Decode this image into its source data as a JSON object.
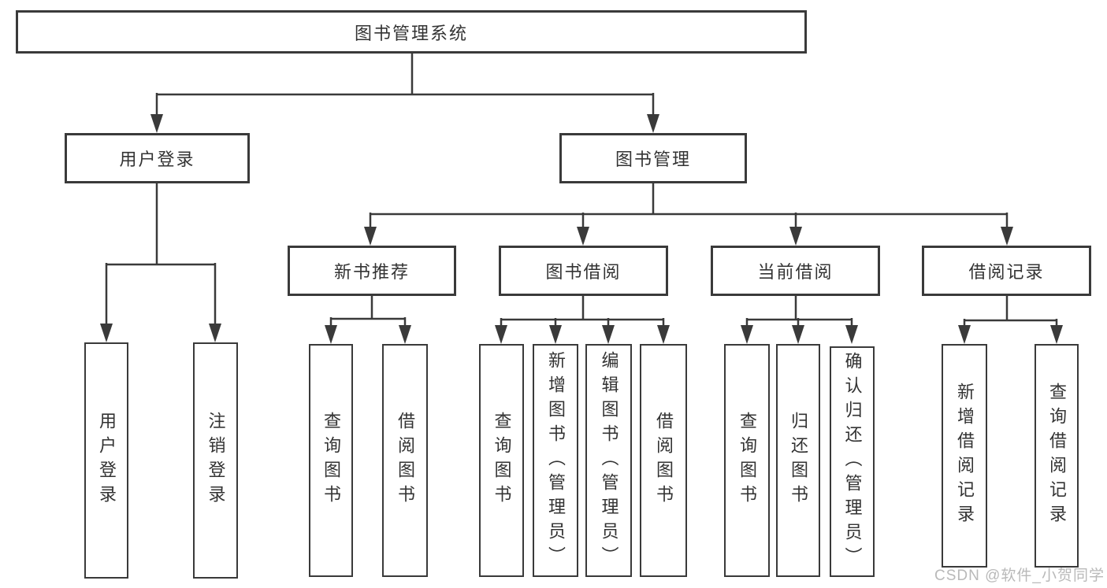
{
  "diagram": {
    "tree": {
      "root": {
        "label": "图书管理系统",
        "children": [
          {
            "label": "用户登录",
            "children": [
              {
                "label": "用户登录"
              },
              {
                "label": "注销登录"
              }
            ]
          },
          {
            "label": "图书管理",
            "children": [
              {
                "label": "新书推荐",
                "children": [
                  {
                    "label": "查询图书"
                  },
                  {
                    "label": "借阅图书"
                  }
                ]
              },
              {
                "label": "图书借阅",
                "children": [
                  {
                    "label": "查询图书"
                  },
                  {
                    "label": "新增图书（管理员）"
                  },
                  {
                    "label": "编辑图书（管理员）"
                  },
                  {
                    "label": "借阅图书"
                  }
                ]
              },
              {
                "label": "当前借阅",
                "children": [
                  {
                    "label": "查询图书"
                  },
                  {
                    "label": "归还图书"
                  },
                  {
                    "label": "确认归还（管理员）"
                  }
                ]
              },
              {
                "label": "借阅记录",
                "children": [
                  {
                    "label": "新增借阅记录"
                  },
                  {
                    "label": "查询借阅记录"
                  }
                ]
              }
            ]
          }
        ]
      }
    },
    "colors": {
      "line": "#3a3a3a",
      "text": "#333333",
      "background": "#ffffff",
      "watermark": "#b9b9b9"
    },
    "watermark": {
      "text": "CSDN @软件_小贺同学"
    }
  }
}
